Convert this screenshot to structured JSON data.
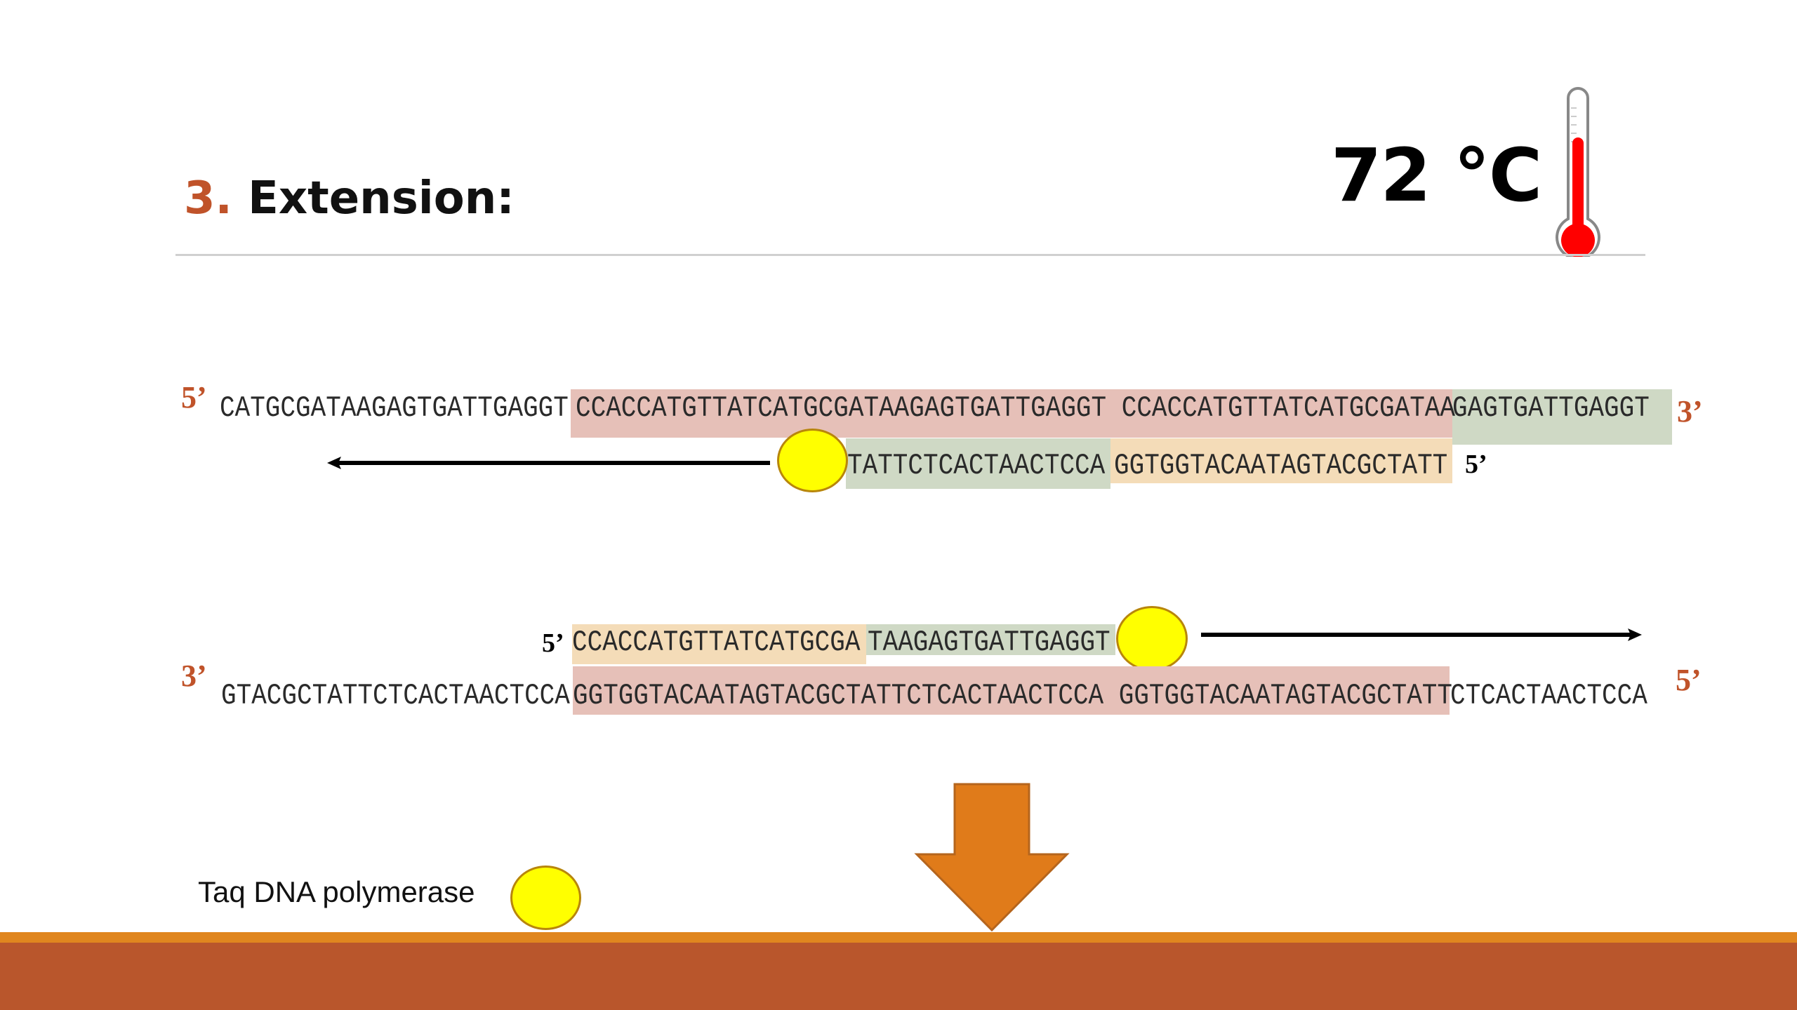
{
  "slide": {
    "step_number": "3.",
    "step_title": "Extension:",
    "temperature": "72 °C",
    "thermometer_icon": "thermometer-icon",
    "colors": {
      "accent": "#c0532a",
      "polymerase": "#ffff00",
      "arrow": "#e07b1a",
      "footer": "#b9562c"
    }
  },
  "top_duplex": {
    "template_5prime": "5’",
    "template_3prime": "3’",
    "template_plain": "CATGCGATAAGAGTGATTGAGGT",
    "template_pink": "CCACCATGTTATCATGCGATAAGAGTGATTGAGGT CCACCATGTTATCATGCGATAA",
    "template_green": "GAGTGATTGAGGT",
    "primer_green": "TATTCTCACTAACTCCA",
    "primer_tan": "GGTGGTACAATAGTACGCTATT",
    "primer_5prime": "5’",
    "direction": "left"
  },
  "bottom_duplex": {
    "primer_5prime": "5’",
    "primer_tan": "CCACCATGTTATCATGCGA",
    "primer_green": "TAAGAGTGATTGAGGT",
    "template_3prime": "3’",
    "template_5prime": "5’",
    "template_plain_left": "GTACGCTATTCTCACTAACTCCA",
    "template_pink": "GGTGGTACAATAGTACGCTATTCTCACTAACTCCA GGTGGTACAATAGTACGCTATT",
    "template_plain_right": "CTCACTAACTCCA",
    "direction": "right"
  },
  "legend": {
    "label": "Taq DNA polymerase"
  }
}
